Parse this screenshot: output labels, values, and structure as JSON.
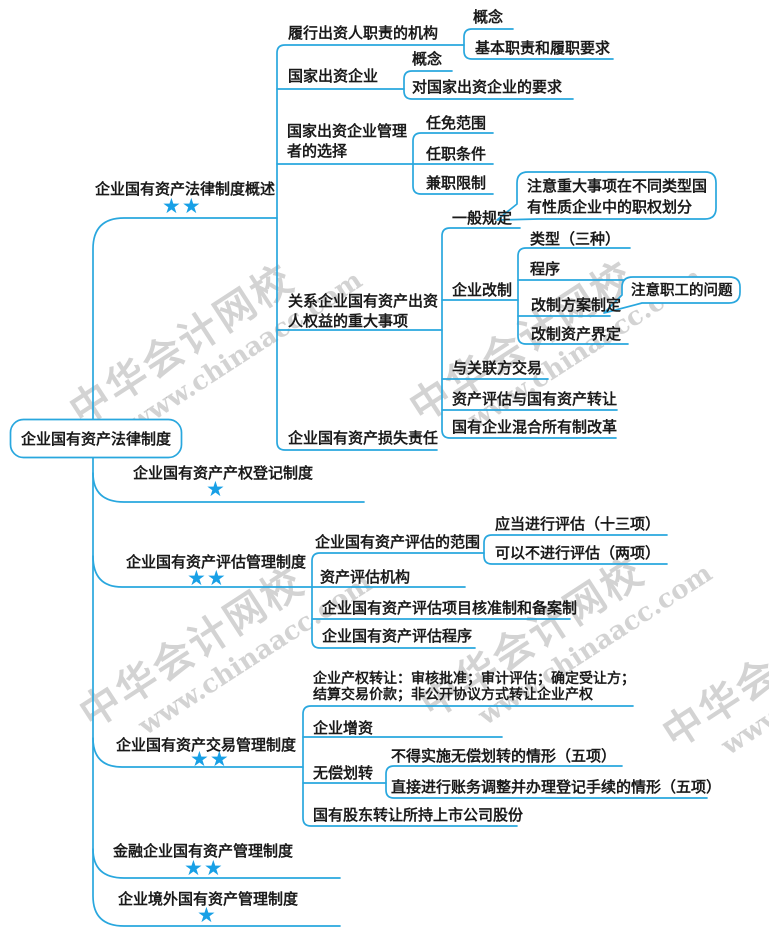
{
  "colors": {
    "line": "#29A7DE",
    "star": "#18A0E6",
    "text": "#1A1A1A",
    "background": "#FFFFFF",
    "watermark_gray": "#919191"
  },
  "watermark": {
    "brand": "中华会计网校",
    "url": "www.chinaacc.com"
  },
  "root": {
    "label": "企业国有资产法律制度"
  },
  "branches": [
    {
      "label": "企业国有资产法律制度概述",
      "stars": "★★",
      "children": [
        {
          "label": "履行出资人职责的机构",
          "children": [
            {
              "label": "概念"
            },
            {
              "label": "基本职责和履职要求"
            }
          ]
        },
        {
          "label": "国家出资企业",
          "children": [
            {
              "label": "概念"
            },
            {
              "label": "对国家出资企业的要求"
            }
          ]
        },
        {
          "label": "国家出资企业管理者的选择",
          "children": [
            {
              "label": "任免范围"
            },
            {
              "label": "任职条件"
            },
            {
              "label": "兼职限制"
            }
          ]
        },
        {
          "label": "关系企业国有资产出资人权益的重大事项",
          "children": [
            {
              "label": "一般规定",
              "callout": "注意重大事项在不同类型国有性质企业中的职权划分"
            },
            {
              "label": "企业改制",
              "children": [
                {
                  "label": "类型（三种）"
                },
                {
                  "label": "程序"
                },
                {
                  "label": "改制方案制定",
                  "callout": "注意职工的问题"
                },
                {
                  "label": "改制资产界定"
                }
              ]
            },
            {
              "label": "与关联方交易"
            },
            {
              "label": "资产评估与国有资产转让"
            },
            {
              "label": "国有企业混合所有制改革"
            }
          ]
        },
        {
          "label": "企业国有资产损失责任"
        }
      ]
    },
    {
      "label": "企业国有资产产权登记制度",
      "stars": "★"
    },
    {
      "label": "企业国有资产评估管理制度",
      "stars": "★★",
      "children": [
        {
          "label": "企业国有资产评估的范围",
          "children": [
            {
              "label": "应当进行评估（十三项）"
            },
            {
              "label": "可以不进行评估（两项）"
            }
          ]
        },
        {
          "label": "资产评估机构"
        },
        {
          "label": "企业国有资产评估项目核准制和备案制"
        },
        {
          "label": "企业国有资产评估程序"
        }
      ]
    },
    {
      "label": "企业国有资产交易管理制度",
      "stars": "★★",
      "children": [
        {
          "label": "企业产权转让：审核批准；审计评估；确定受让方；结算交易价款；非公开协议方式转让企业产权"
        },
        {
          "label": "企业增资"
        },
        {
          "label": "无偿划转",
          "children": [
            {
              "label": "不得实施无偿划转的情形（五项）"
            },
            {
              "label": "直接进行账务调整并办理登记手续的情形（五项）"
            }
          ]
        },
        {
          "label": "国有股东转让所持上市公司股份"
        }
      ]
    },
    {
      "label": "金融企业国有资产管理制度",
      "stars": "★★"
    },
    {
      "label": "企业境外国有资产管理制度",
      "stars": "★"
    }
  ]
}
